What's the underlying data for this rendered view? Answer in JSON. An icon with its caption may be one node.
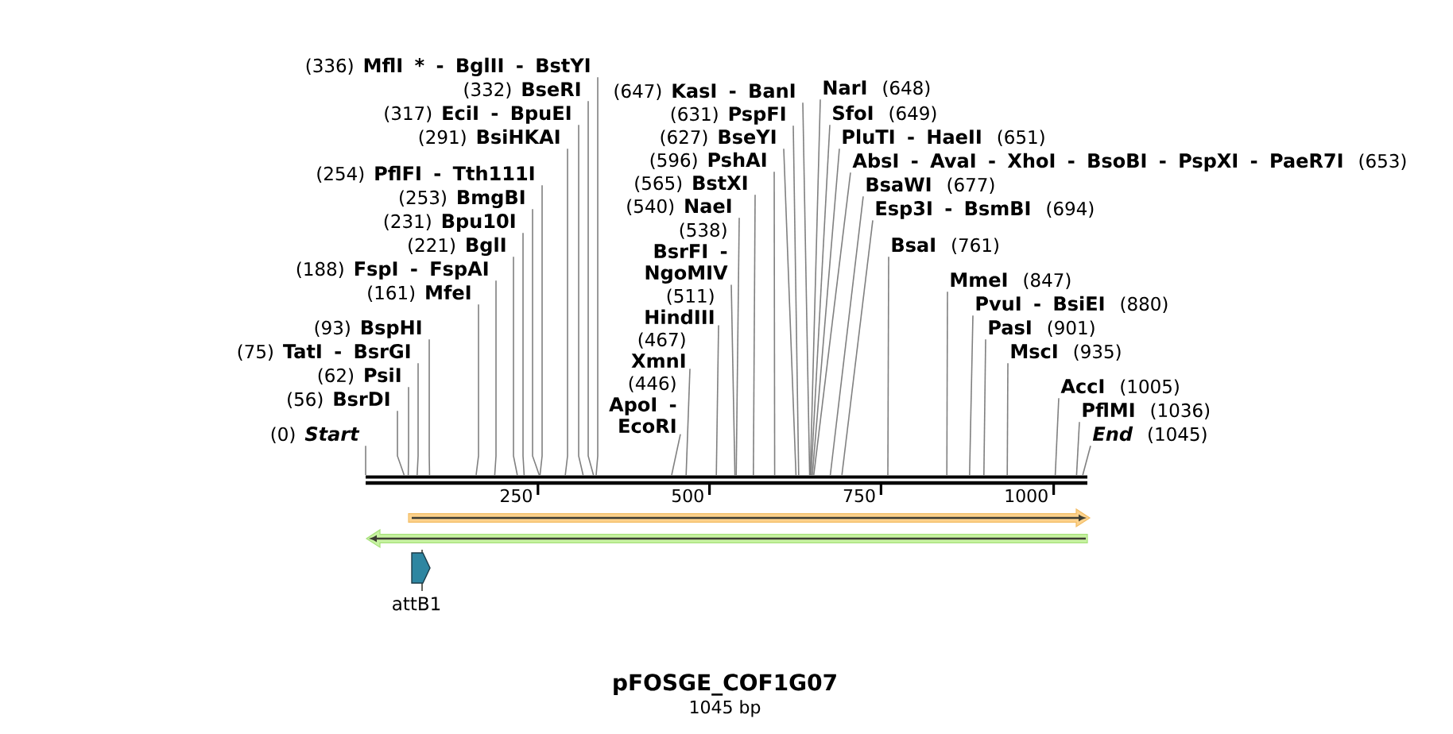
{
  "diagram": {
    "title": "pFOSGE_COF1G07",
    "caption": "1045 bp",
    "nodes": [
      {
        "text": [
          "(336)",
          "MflI * - BglII - BstYI"
        ]
      },
      {
        "text": [
          "(332)",
          "BseRI"
        ]
      },
      {
        "text": [
          "(317)",
          "EciI - BpuEI"
        ]
      },
      {
        "text": [
          "(291)",
          "BsiHKAI"
        ]
      },
      {
        "text": [
          "(254)",
          "PflFI - Tth111I"
        ]
      },
      {
        "text": [
          "(253)",
          "BmgBI"
        ]
      },
      {
        "text": [
          "(231)",
          "Bpu10I"
        ]
      },
      {
        "text": [
          "(221)",
          "BglI"
        ]
      },
      {
        "text": [
          "(188)",
          "FspI - FspAI"
        ]
      },
      {
        "text": [
          "(161)",
          "MfeI"
        ]
      },
      {
        "text": [
          "(93)",
          "BspHI"
        ]
      },
      {
        "text": [
          "(75)",
          "TatI - BsrGI"
        ]
      },
      {
        "text": [
          "(62)",
          "PsiI"
        ]
      },
      {
        "text": [
          "(56)",
          "BsrDI"
        ]
      },
      {
        "text": [
          "(0)",
          "Start"
        ]
      },
      {
        "text": [
          "(647)",
          "KasI - BanI"
        ]
      },
      {
        "text": [
          "(631)",
          "PspFI"
        ]
      },
      {
        "text": [
          "(627)",
          "BseYI"
        ]
      },
      {
        "text": [
          "(596)",
          "PshAI"
        ]
      },
      {
        "text": [
          "(565)",
          "BstXI"
        ]
      },
      {
        "text": [
          "(540)",
          "NaeI"
        ]
      },
      {
        "text": [
          "(538)",
          "BsrFI - NgoMIV"
        ]
      },
      {
        "text": [
          "(511)",
          "HindIII"
        ]
      },
      {
        "text": [
          "(467)",
          "XmnI"
        ]
      },
      {
        "text": [
          "(446)",
          "ApoI - EcoRI"
        ]
      },
      {
        "text": [
          "NarI",
          "(648)"
        ]
      },
      {
        "text": [
          "SfoI",
          "(649)"
        ]
      },
      {
        "text": [
          "PluTI - HaeII",
          "(651)"
        ]
      },
      {
        "text": [
          "AbsI - AvaI - XhoI - BsoBI - PspXI - PaeR7I",
          "(653)"
        ]
      },
      {
        "text": [
          "BsaWI",
          "(677)"
        ]
      },
      {
        "text": [
          "Esp3I - BsmBI",
          "(694)"
        ]
      },
      {
        "text": [
          "BsaI",
          "(761)"
        ]
      },
      {
        "text": [
          "MmeI",
          "(847)"
        ]
      },
      {
        "text": [
          "PvuI - BsiEI",
          "(880)"
        ]
      },
      {
        "text": [
          "PasI",
          "(901)"
        ]
      },
      {
        "text": [
          "MscI",
          "(935)"
        ]
      },
      {
        "text": [
          "AccI",
          "(1005)"
        ]
      },
      {
        "text": [
          "PflMI",
          "(1036)"
        ]
      },
      {
        "text": [
          "End",
          "(1045)"
        ]
      },
      {
        "text": [
          "attB1"
        ]
      }
    ],
    "edges": [
      {
        "from": 0,
        "to": null,
        "arrow": "none"
      },
      {
        "from": 1,
        "to": null,
        "arrow": "none"
      },
      {
        "from": 2,
        "to": null,
        "arrow": "none"
      },
      {
        "from": 3,
        "to": null,
        "arrow": "none"
      },
      {
        "from": 4,
        "to": null,
        "arrow": "none"
      },
      {
        "from": 5,
        "to": null,
        "arrow": "none"
      },
      {
        "from": 6,
        "to": null,
        "arrow": "none"
      },
      {
        "from": 7,
        "to": null,
        "arrow": "none"
      },
      {
        "from": 8,
        "to": null,
        "arrow": "none"
      },
      {
        "from": 9,
        "to": null,
        "arrow": "none"
      },
      {
        "from": 10,
        "to": null,
        "arrow": "none"
      },
      {
        "from": 11,
        "to": null,
        "arrow": "none"
      },
      {
        "from": 12,
        "to": null,
        "arrow": "none"
      },
      {
        "from": 13,
        "to": null,
        "arrow": "none"
      },
      {
        "from": 14,
        "to": null,
        "arrow": "none"
      },
      {
        "from": 15,
        "to": null,
        "arrow": "none"
      },
      {
        "from": 16,
        "to": null,
        "arrow": "none"
      },
      {
        "from": 17,
        "to": null,
        "arrow": "none"
      },
      {
        "from": 18,
        "to": null,
        "arrow": "none"
      },
      {
        "from": 19,
        "to": null,
        "arrow": "none"
      },
      {
        "from": 20,
        "to": null,
        "arrow": "none"
      },
      {
        "from": 21,
        "to": null,
        "arrow": "none"
      },
      {
        "from": 22,
        "to": null,
        "arrow": "none"
      },
      {
        "from": 23,
        "to": null,
        "arrow": "none"
      },
      {
        "from": 24,
        "to": null,
        "arrow": "none"
      },
      {
        "from": 25,
        "to": null,
        "arrow": "none"
      },
      {
        "from": 26,
        "to": null,
        "arrow": "none"
      },
      {
        "from": 27,
        "to": null,
        "arrow": "none"
      },
      {
        "from": 28,
        "to": null,
        "arrow": "none"
      },
      {
        "from": 29,
        "to": null,
        "arrow": "none"
      },
      {
        "from": 30,
        "to": null,
        "arrow": "none"
      },
      {
        "from": 31,
        "to": null,
        "arrow": "none"
      },
      {
        "from": 32,
        "to": null,
        "arrow": "none"
      },
      {
        "from": 33,
        "to": null,
        "arrow": "none"
      },
      {
        "from": 34,
        "to": null,
        "arrow": "none"
      },
      {
        "from": 35,
        "to": null,
        "arrow": "none"
      },
      {
        "from": 36,
        "to": null,
        "arrow": "none"
      },
      {
        "from": 37,
        "to": null,
        "arrow": "none"
      },
      {
        "from": 38,
        "to": null,
        "arrow": "none"
      }
    ],
    "labels": [
      "250",
      "500",
      "750",
      "1000"
    ]
  }
}
